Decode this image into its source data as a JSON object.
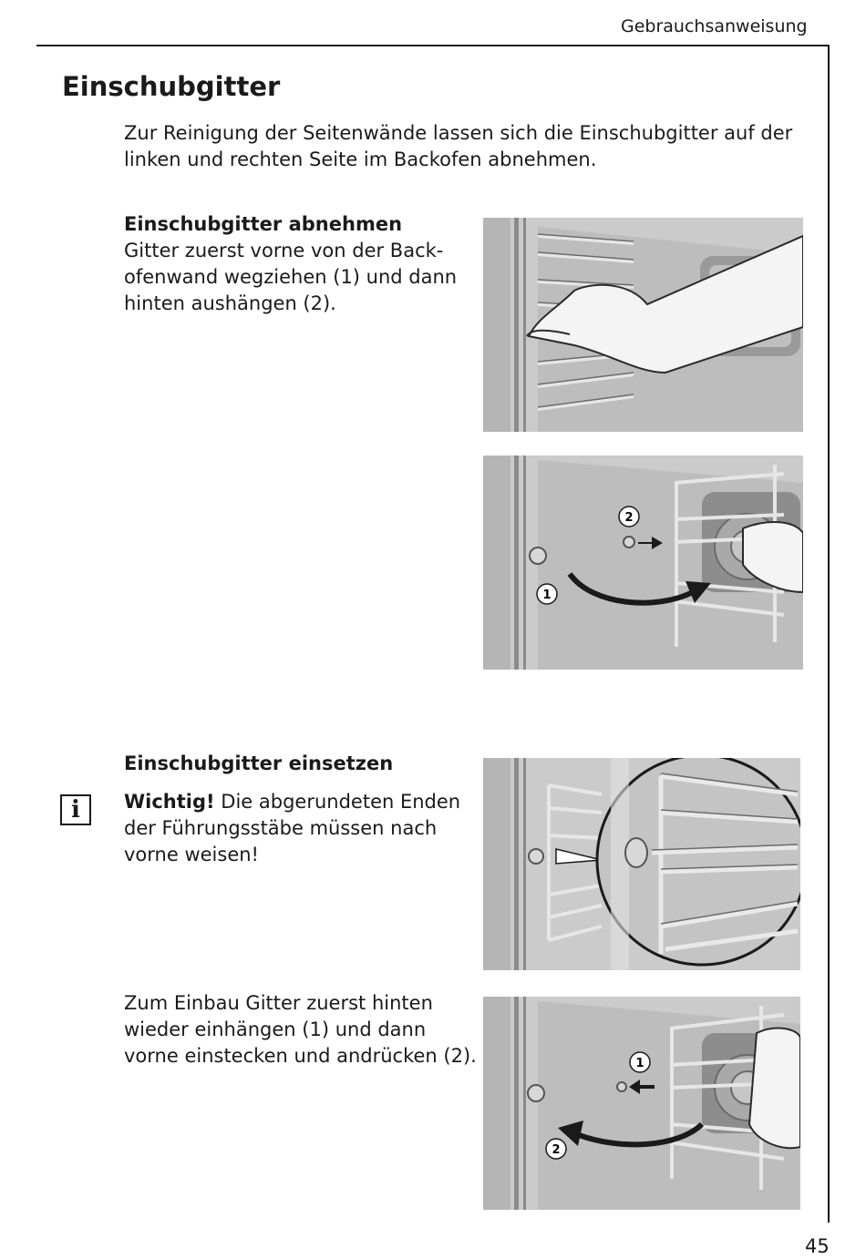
{
  "header": {
    "text": "Gebrauchsanweisung"
  },
  "title": "Einschubgitter",
  "intro": "Zur Reinigung der Seitenwände lassen sich die Einschubgitter auf der linken und rechten Seite im Backofen abnehmen.",
  "remove": {
    "heading": "Einschubgitter abnehmen",
    "lines": [
      "Gitter zuerst vorne von der Back-",
      "ofenwand wegziehen (1) und dann",
      "hinten aushängen (2)."
    ]
  },
  "insert": {
    "heading": "Einschubgitter einsetzen",
    "important_label": "Wichtig!",
    "important_text_first": " Die abgerundeten Enden",
    "important_lines": [
      "der Führungsstäbe müssen nach",
      "vorne weisen!"
    ],
    "info_icon": "i"
  },
  "mount": {
    "lines": [
      "Zum Einbau Gitter zuerst hinten",
      "wieder einhängen (1) und dann",
      "vorne einstecken und andrücken (2)."
    ]
  },
  "figures": {
    "fig2_labels": [
      "2",
      "1"
    ],
    "fig4_labels": [
      "1",
      "2"
    ]
  },
  "page_number": "45"
}
